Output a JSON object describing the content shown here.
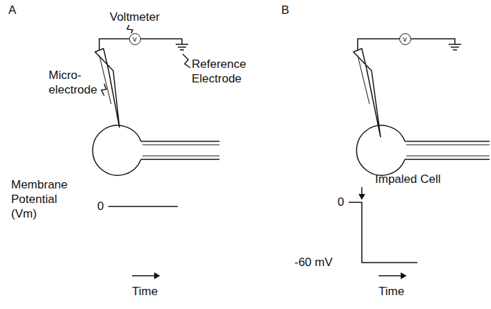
{
  "diagram": {
    "nodes": [
      {
        "text": [
          "v"
        ]
      },
      {
        "text": [
          "v"
        ]
      }
    ],
    "labels": [
      "A",
      "Voltmeter",
      "Micro- electrode",
      "Reference Electrode",
      "Membrane Potential (Vm)",
      "0",
      "Time",
      "B",
      "Impaled Cell",
      "0",
      "-60 mV",
      "Time"
    ]
  }
}
